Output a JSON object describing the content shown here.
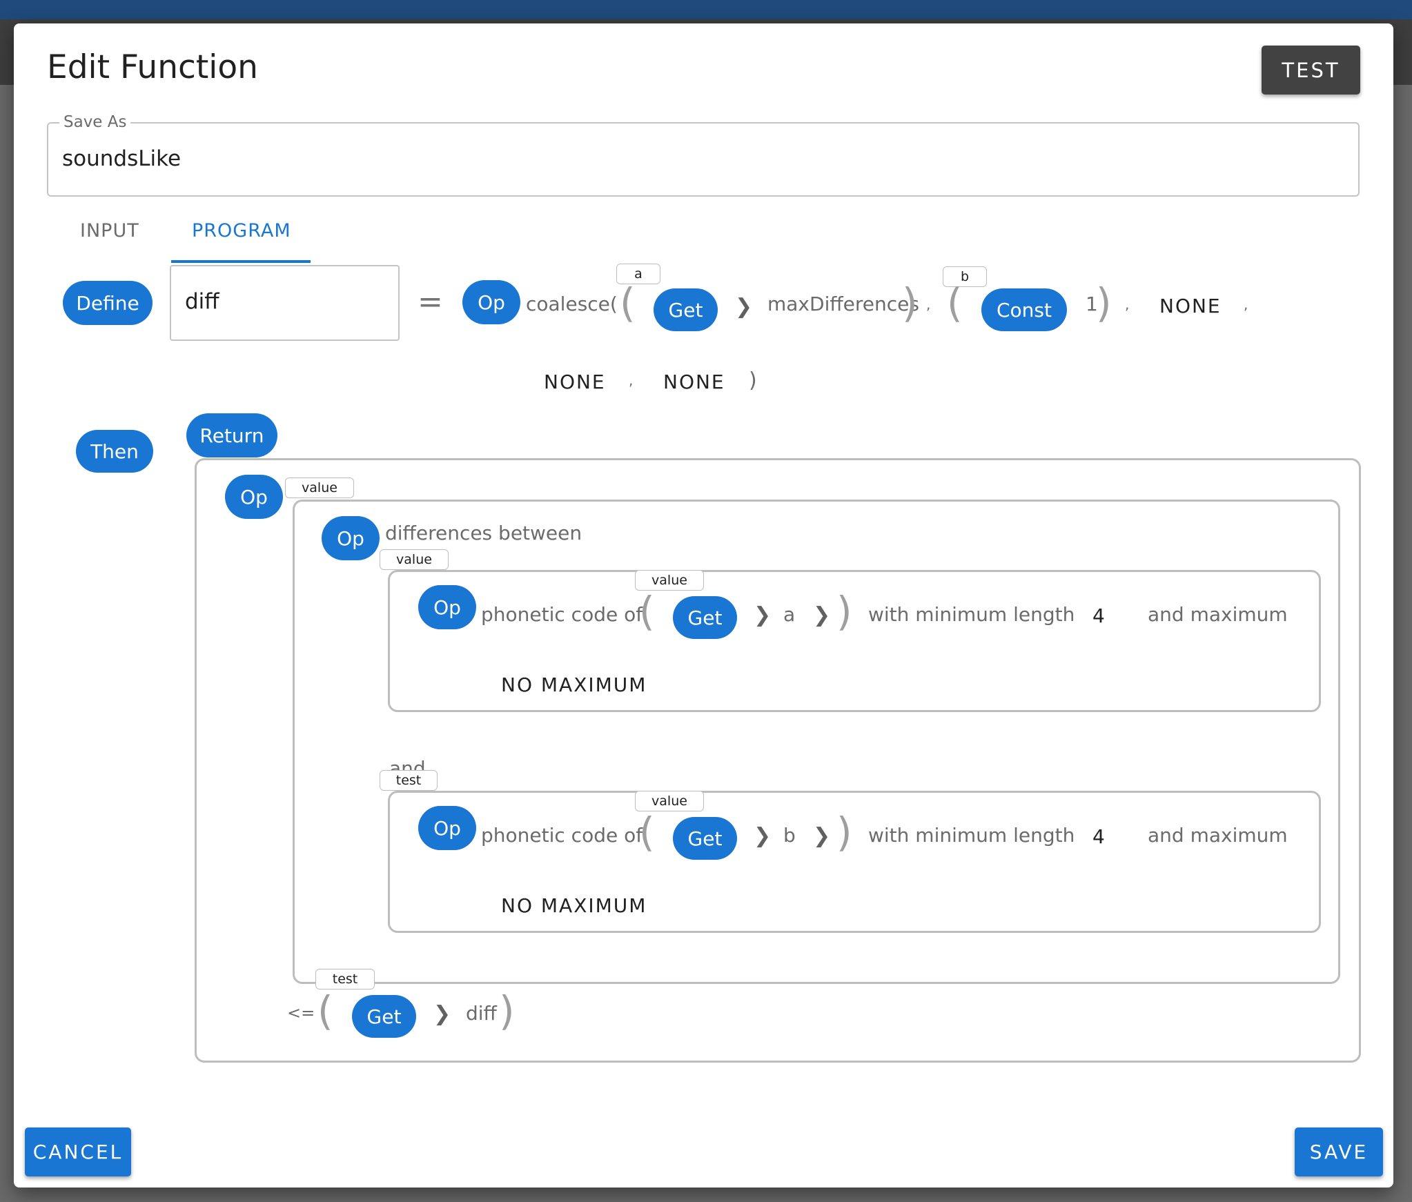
{
  "dialog": {
    "title": "Edit Function",
    "test_label": "TEST",
    "save_as_label": "Save As",
    "save_as_value": "soundsLike",
    "cancel_label": "CANCEL",
    "save_label": "SAVE"
  },
  "tabs": [
    {
      "label": "INPUT",
      "active": false
    },
    {
      "label": "PROGRAM",
      "active": true
    }
  ],
  "program": {
    "define_label": "Define",
    "define_var": "diff",
    "equals": "=",
    "op_label": "Op",
    "coalesce_text": "coalesce(",
    "get_label": "Get",
    "const_label": "Const",
    "tag_a": "a",
    "tag_b": "b",
    "max_differences": "maxDifferences",
    "const_value": "1",
    "none_label": "NONE",
    "comma": ",",
    "close_paren": ")",
    "then_label": "Then",
    "return_label": "Return",
    "tag_value": "value",
    "tag_test": "test",
    "differences_between": "differences between",
    "phonetic_code_of": "phonetic code of",
    "var_a": "a",
    "var_b": "b",
    "with_min_length": "with minimum length",
    "min_length_value": "4",
    "and_maximum": "and maximum",
    "no_maximum": "NO MAXIMUM",
    "and_text": "and",
    "lte": "<=",
    "var_diff": "diff"
  },
  "colors": {
    "accent": "#1976d2",
    "dark_button": "#424242"
  },
  "icons": [
    "chevron-right-icon"
  ]
}
